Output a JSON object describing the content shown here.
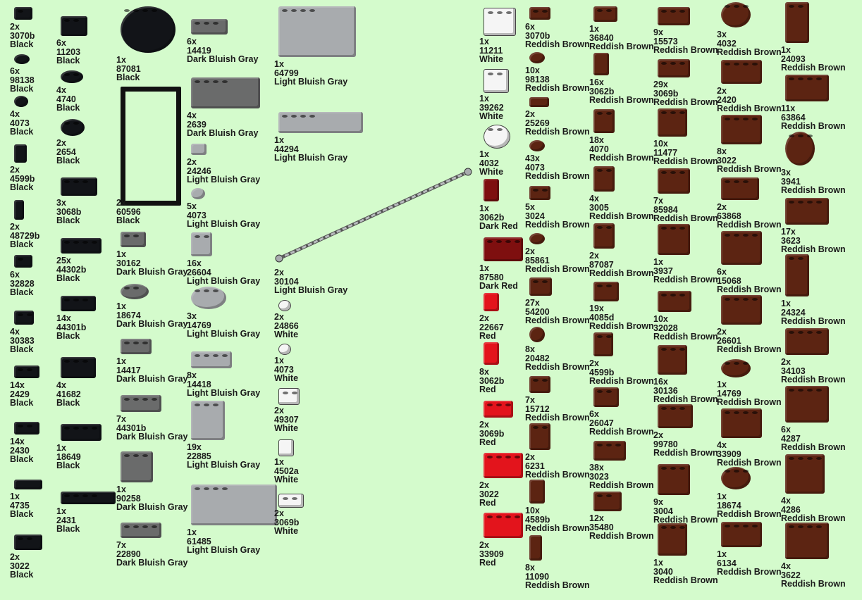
{
  "palette": {
    "Black": "#121418",
    "Dark Bluish Gray": "#6a6b6b",
    "Light Bluish Gray": "#a8abae",
    "White": "#f5f5f5",
    "Red": "#e3141c",
    "Dark Red": "#7e0f0f",
    "Reddish Brown": "#5c2412"
  },
  "items": [
    {
      "qty": "2x",
      "part": "3070b",
      "color": "Black"
    },
    {
      "qty": "6x",
      "part": "98138",
      "color": "Black"
    },
    {
      "qty": "4x",
      "part": "4073",
      "color": "Black"
    },
    {
      "qty": "2x",
      "part": "4599b",
      "color": "Black"
    },
    {
      "qty": "2x",
      "part": "48729b",
      "color": "Black"
    },
    {
      "qty": "6x",
      "part": "32828",
      "color": "Black"
    },
    {
      "qty": "4x",
      "part": "30383",
      "color": "Black"
    },
    {
      "qty": "14x",
      "part": "2429",
      "color": "Black"
    },
    {
      "qty": "14x",
      "part": "2430",
      "color": "Black"
    },
    {
      "qty": "1x",
      "part": "4735",
      "color": "Black"
    },
    {
      "qty": "2x",
      "part": "3022",
      "color": "Black"
    },
    {
      "qty": "6x",
      "part": "11203",
      "color": "Black"
    },
    {
      "qty": "4x",
      "part": "4740",
      "color": "Black"
    },
    {
      "qty": "2x",
      "part": "2654",
      "color": "Black"
    },
    {
      "qty": "3x",
      "part": "3068b",
      "color": "Black"
    },
    {
      "qty": "25x",
      "part": "44302b",
      "color": "Black"
    },
    {
      "qty": "14x",
      "part": "44301b",
      "color": "Black"
    },
    {
      "qty": "4x",
      "part": "41682",
      "color": "Black"
    },
    {
      "qty": "1x",
      "part": "18649",
      "color": "Black"
    },
    {
      "qty": "1x",
      "part": "2431",
      "color": "Black"
    },
    {
      "qty": "1x",
      "part": "87081",
      "color": "Black"
    },
    {
      "qty": "2x",
      "part": "60596",
      "color": "Black"
    },
    {
      "qty": "1x",
      "part": "30162",
      "color": "Dark Bluish Gray"
    },
    {
      "qty": "1x",
      "part": "18674",
      "color": "Dark Bluish Gray"
    },
    {
      "qty": "1x",
      "part": "14417",
      "color": "Dark Bluish Gray"
    },
    {
      "qty": "7x",
      "part": "44301b",
      "color": "Dark Bluish Gray"
    },
    {
      "qty": "1x",
      "part": "90258",
      "color": "Dark Bluish Gray"
    },
    {
      "qty": "7x",
      "part": "22890",
      "color": "Dark Bluish Gray"
    },
    {
      "qty": "6x",
      "part": "14419",
      "color": "Dark Bluish Gray"
    },
    {
      "qty": "4x",
      "part": "2639",
      "color": "Dark Bluish Gray"
    },
    {
      "qty": "2x",
      "part": "24246",
      "color": "Light Bluish Gray"
    },
    {
      "qty": "5x",
      "part": "4073",
      "color": "Light Bluish Gray"
    },
    {
      "qty": "16x",
      "part": "26604",
      "color": "Light Bluish Gray"
    },
    {
      "qty": "3x",
      "part": "14769",
      "color": "Light Bluish Gray"
    },
    {
      "qty": "8x",
      "part": "14418",
      "color": "Light Bluish Gray"
    },
    {
      "qty": "19x",
      "part": "22885",
      "color": "Light Bluish Gray"
    },
    {
      "qty": "1x",
      "part": "61485",
      "color": "Light Bluish Gray"
    },
    {
      "qty": "1x",
      "part": "64799",
      "color": "Light Bluish Gray"
    },
    {
      "qty": "1x",
      "part": "44294",
      "color": "Light Bluish Gray"
    },
    {
      "qty": "2x",
      "part": "30104",
      "color": "Light Bluish Gray"
    },
    {
      "qty": "2x",
      "part": "24866",
      "color": "White"
    },
    {
      "qty": "1x",
      "part": "4073",
      "color": "White"
    },
    {
      "qty": "2x",
      "part": "49307",
      "color": "White"
    },
    {
      "qty": "1x",
      "part": "4502a",
      "color": "White"
    },
    {
      "qty": "2x",
      "part": "3069b",
      "color": "White"
    },
    {
      "qty": "1x",
      "part": "11211",
      "color": "White"
    },
    {
      "qty": "1x",
      "part": "39262",
      "color": "White"
    },
    {
      "qty": "1x",
      "part": "4032",
      "color": "White"
    },
    {
      "qty": "1x",
      "part": "3062b",
      "color": "Dark Red"
    },
    {
      "qty": "1x",
      "part": "87580",
      "color": "Dark Red"
    },
    {
      "qty": "2x",
      "part": "22667",
      "color": "Red"
    },
    {
      "qty": "8x",
      "part": "3062b",
      "color": "Red"
    },
    {
      "qty": "2x",
      "part": "3069b",
      "color": "Red"
    },
    {
      "qty": "2x",
      "part": "3022",
      "color": "Red"
    },
    {
      "qty": "2x",
      "part": "33909",
      "color": "Red"
    },
    {
      "qty": "6x",
      "part": "3070b",
      "color": "Reddish Brown"
    },
    {
      "qty": "10x",
      "part": "98138",
      "color": "Reddish Brown"
    },
    {
      "qty": "2x",
      "part": "25269",
      "color": "Reddish Brown"
    },
    {
      "qty": "43x",
      "part": "4073",
      "color": "Reddish Brown"
    },
    {
      "qty": "5x",
      "part": "3024",
      "color": "Reddish Brown"
    },
    {
      "qty": "2x",
      "part": "85861",
      "color": "Reddish Brown"
    },
    {
      "qty": "27x",
      "part": "54200",
      "color": "Reddish Brown"
    },
    {
      "qty": "8x",
      "part": "20482",
      "color": "Reddish Brown"
    },
    {
      "qty": "7x",
      "part": "15712",
      "color": "Reddish Brown"
    },
    {
      "qty": "2x",
      "part": "6231",
      "color": "Reddish Brown"
    },
    {
      "qty": "10x",
      "part": "4589b",
      "color": "Reddish Brown"
    },
    {
      "qty": "8x",
      "part": "11090",
      "color": "Reddish Brown"
    },
    {
      "qty": "1x",
      "part": "36840",
      "color": "Reddish Brown"
    },
    {
      "qty": "16x",
      "part": "3062b",
      "color": "Reddish Brown"
    },
    {
      "qty": "18x",
      "part": "4070",
      "color": "Reddish Brown"
    },
    {
      "qty": "4x",
      "part": "3005",
      "color": "Reddish Brown"
    },
    {
      "qty": "2x",
      "part": "87087",
      "color": "Reddish Brown"
    },
    {
      "qty": "19x",
      "part": "4085d",
      "color": "Reddish Brown"
    },
    {
      "qty": "2x",
      "part": "4599b",
      "color": "Reddish Brown"
    },
    {
      "qty": "6x",
      "part": "26047",
      "color": "Reddish Brown"
    },
    {
      "qty": "38x",
      "part": "3023",
      "color": "Reddish Brown"
    },
    {
      "qty": "12x",
      "part": "35480",
      "color": "Reddish Brown"
    },
    {
      "qty": "9x",
      "part": "15573",
      "color": "Reddish Brown"
    },
    {
      "qty": "29x",
      "part": "3069b",
      "color": "Reddish Brown"
    },
    {
      "qty": "10x",
      "part": "11477",
      "color": "Reddish Brown"
    },
    {
      "qty": "7x",
      "part": "85984",
      "color": "Reddish Brown"
    },
    {
      "qty": "1x",
      "part": "3937",
      "color": "Reddish Brown"
    },
    {
      "qty": "10x",
      "part": "32028",
      "color": "Reddish Brown"
    },
    {
      "qty": "16x",
      "part": "30136",
      "color": "Reddish Brown"
    },
    {
      "qty": "2x",
      "part": "99780",
      "color": "Reddish Brown"
    },
    {
      "qty": "9x",
      "part": "3004",
      "color": "Reddish Brown"
    },
    {
      "qty": "1x",
      "part": "3040",
      "color": "Reddish Brown"
    },
    {
      "qty": "3x",
      "part": "4032",
      "color": "Reddish Brown"
    },
    {
      "qty": "2x",
      "part": "2420",
      "color": "Reddish Brown"
    },
    {
      "qty": "8x",
      "part": "3022",
      "color": "Reddish Brown"
    },
    {
      "qty": "2x",
      "part": "63868",
      "color": "Reddish Brown"
    },
    {
      "qty": "6x",
      "part": "15068",
      "color": "Reddish Brown"
    },
    {
      "qty": "2x",
      "part": "26601",
      "color": "Reddish Brown"
    },
    {
      "qty": "1x",
      "part": "14769",
      "color": "Reddish Brown"
    },
    {
      "qty": "4x",
      "part": "33909",
      "color": "Reddish Brown"
    },
    {
      "qty": "1x",
      "part": "18674",
      "color": "Reddish Brown"
    },
    {
      "qty": "1x",
      "part": "6134",
      "color": "Reddish Brown"
    },
    {
      "qty": "1x",
      "part": "24093",
      "color": "Reddish Brown"
    },
    {
      "qty": "11x",
      "part": "63864",
      "color": "Reddish Brown"
    },
    {
      "qty": "3x",
      "part": "3941",
      "color": "Reddish Brown"
    },
    {
      "qty": "17x",
      "part": "3623",
      "color": "Reddish Brown"
    },
    {
      "qty": "1x",
      "part": "24324",
      "color": "Reddish Brown"
    },
    {
      "qty": "2x",
      "part": "34103",
      "color": "Reddish Brown"
    },
    {
      "qty": "6x",
      "part": "4287",
      "color": "Reddish Brown"
    },
    {
      "qty": "4x",
      "part": "4286",
      "color": "Reddish Brown"
    },
    {
      "qty": "4x",
      "part": "3622",
      "color": "Reddish Brown"
    }
  ]
}
